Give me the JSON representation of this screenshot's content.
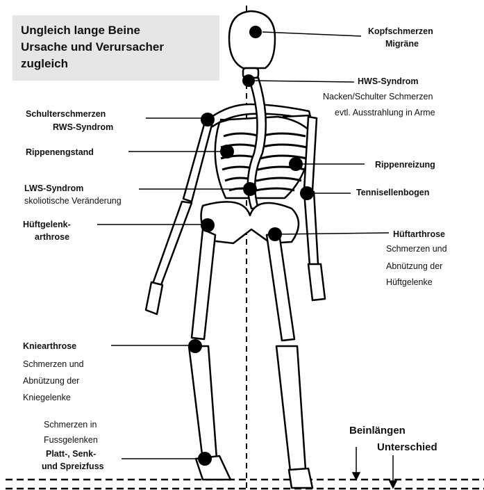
{
  "title": {
    "line1": "Ungleich lange Beine",
    "line2": "Ursache und Verursacher",
    "line3": "zugleich"
  },
  "labels": {
    "kopf_1": "Kopfschmerzen",
    "kopf_2": "Migräne",
    "hws_1": "HWS-Syndrom",
    "hws_2": "Nacken/Schulter Schmerzen",
    "hws_3": "evtl. Ausstrahlung in Arme",
    "schulter_1": "Schulterschmerzen",
    "schulter_2": "RWS-Syndrom",
    "rippenengstand": "Rippenengstand",
    "rippenreizung": "Rippenreizung",
    "lws_1": "LWS-Syndrom",
    "lws_2": "skoliotische Veränderung",
    "tennis": "Tennisellenbogen",
    "hueftgelenk_1": "Hüftgelenk-",
    "hueftgelenk_2": "arthrose",
    "hueftarthrose_1": "Hüftarthrose",
    "hueftarthrose_2": "Schmerzen und",
    "hueftarthrose_3": "Abnützung der",
    "hueftarthrose_4": "Hüftgelenke",
    "knie_1": "Kniearthrose",
    "knie_2": "Schmerzen und",
    "knie_3": "Abnützung der",
    "knie_4": "Kniegelenke",
    "fuss_1": "Schmerzen in",
    "fuss_2": "Fussgelenken",
    "fuss_3": "Platt-, Senk-",
    "fuss_4": "und Spreizfuss",
    "bein_1": "Beinlängen",
    "bein_2": "Unterschied"
  }
}
